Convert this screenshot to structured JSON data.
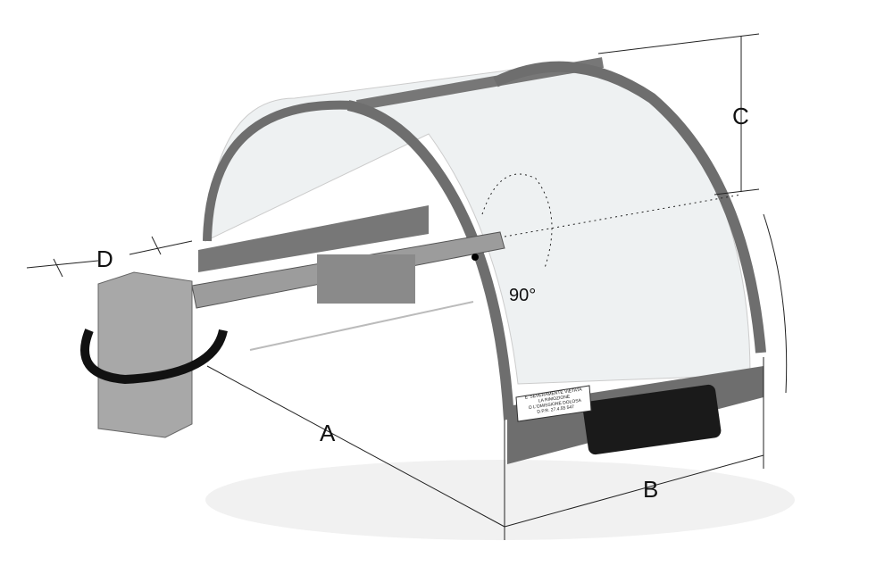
{
  "labels": {
    "a": "A",
    "b": "B",
    "c": "C",
    "d": "D",
    "angle": "90°"
  },
  "sticker": {
    "line1": "E' SEVERAMENTE VIETATA",
    "line2": "LA RIMOZIONE",
    "line3": "O L'OMISSIONE DOLOSA",
    "line4": "D.P.R. 27.4.55 547"
  },
  "colors": {
    "frame": "#6e6e6e",
    "bracket": "#9a9a9a",
    "dimension": "#222222"
  }
}
